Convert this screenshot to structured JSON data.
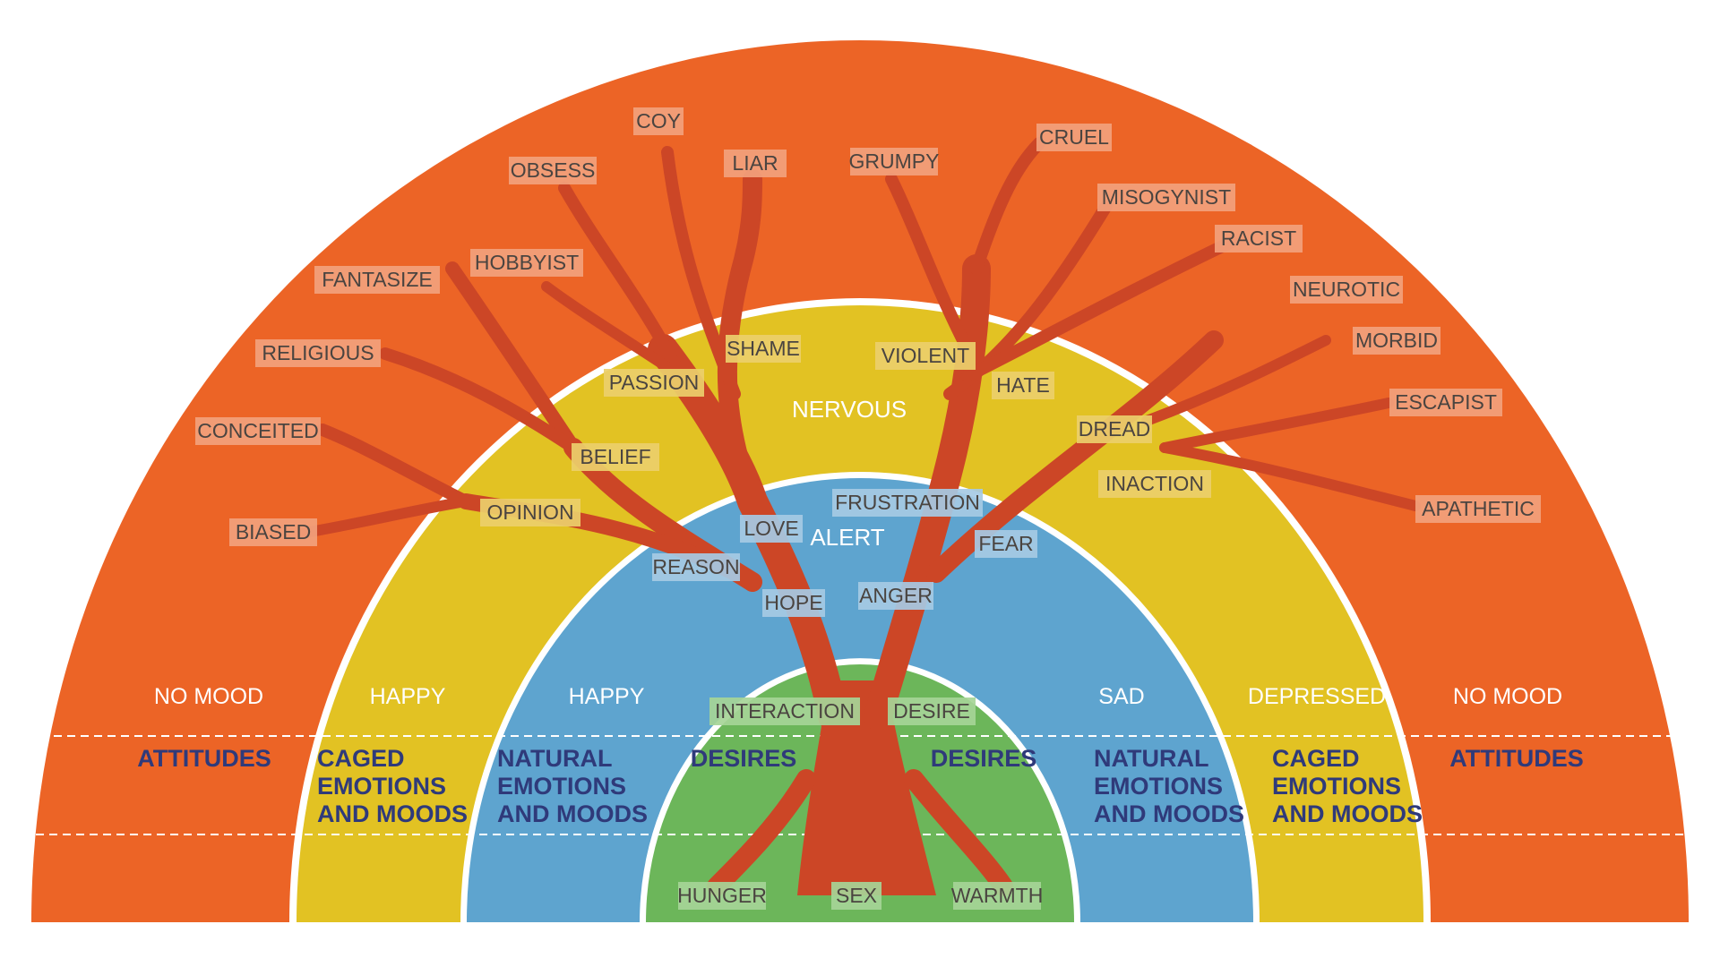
{
  "colors": {
    "outer": "#ec6426",
    "caged": "#e2c223",
    "natural": "#5ea4cf",
    "desires": "#6cb65a",
    "tree": "#cc4626",
    "level_text": "#2f3a7a"
  },
  "mood_labels": {
    "left_outer": "NO MOOD",
    "left_caged": "HAPPY",
    "left_natural": "HAPPY",
    "right_natural": "SAD",
    "right_caged": "DEPRESSED",
    "right_outer": "NO MOOD"
  },
  "level_labels": {
    "left_outer": "ATTITUDES",
    "left_caged": [
      "CAGED",
      "EMOTIONS",
      "AND MOODS"
    ],
    "left_natural": [
      "NATURAL",
      "EMOTIONS",
      "AND MOODS"
    ],
    "left_desires": "DESIRES",
    "right_desires": "DESIRES",
    "right_natural": [
      "NATURAL",
      "EMOTIONS",
      "AND MOODS"
    ],
    "right_caged": [
      "CAGED",
      "EMOTIONS",
      "AND MOODS"
    ],
    "right_outer": "ATTITUDES"
  },
  "attitudes": [
    "COY",
    "OBSESS",
    "LIAR",
    "GRUMPY",
    "CRUEL",
    "MISOGYNIST",
    "RACIST",
    "NEUROTIC",
    "MORBID",
    "ESCAPIST",
    "APATHETIC",
    "HOBBYIST",
    "FANTASIZE",
    "RELIGIOUS",
    "CONCEITED",
    "BIASED"
  ],
  "caged_emotions": [
    "SHAME",
    "VIOLENT",
    "PASSION",
    "HATE",
    "NERVOUS",
    "DREAD",
    "BELIEF",
    "INACTION",
    "OPINION"
  ],
  "natural_emotions": [
    "FRUSTRATION",
    "LOVE",
    "ALERT",
    "FEAR",
    "REASON",
    "ANGER",
    "HOPE"
  ],
  "desires": [
    "INTERACTION",
    "DESIRE",
    "HUNGER",
    "SEX",
    "WARMTH"
  ]
}
